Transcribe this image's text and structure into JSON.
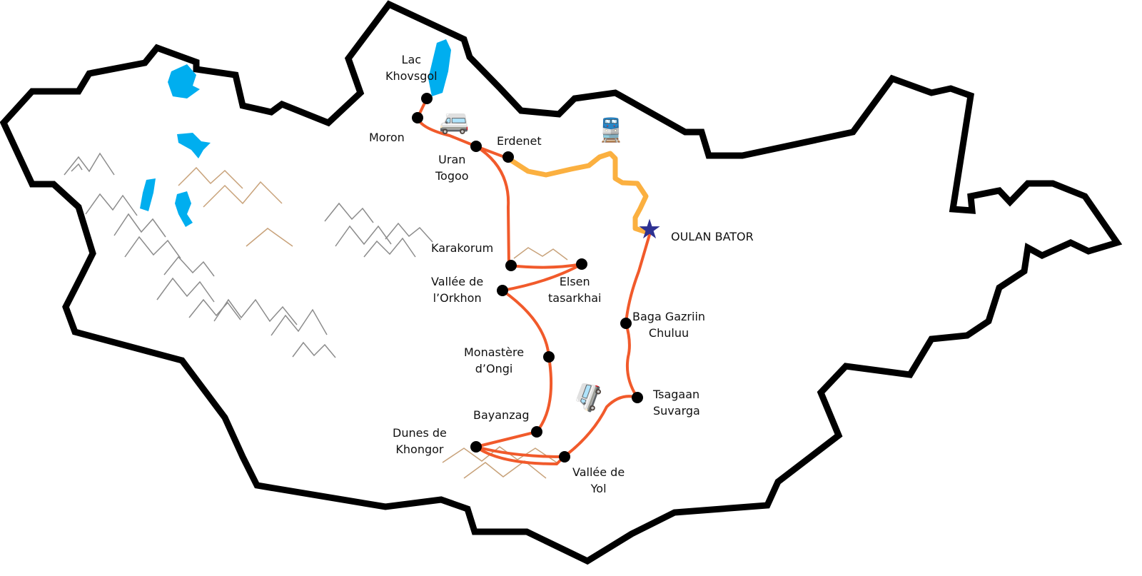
{
  "colors": {
    "border": "#000000",
    "route_road": "#f15a2b",
    "route_train": "#fbb040",
    "lake": "#00aeef",
    "capital": "#2e3192",
    "mountain_grey": "#8c8c8c",
    "dune": "#c8a27a"
  },
  "capital": {
    "name": "OULAN BATOR",
    "icon": "star-icon"
  },
  "places": [
    {
      "id": "lac-khovsgol",
      "line1": "Lac",
      "line2": "Khovsgol"
    },
    {
      "id": "moron",
      "line1": "Moron"
    },
    {
      "id": "uran-togoo",
      "line1": "Uran",
      "line2": "Togoo"
    },
    {
      "id": "erdenet",
      "line1": "Erdenet"
    },
    {
      "id": "karakorum",
      "line1": "Karakorum"
    },
    {
      "id": "elsen-tasarkhai",
      "line1": "Elsen",
      "line2": "tasarkhai"
    },
    {
      "id": "vallee-orkhon",
      "line1": "Vallée de",
      "line2": "l’Orkhon"
    },
    {
      "id": "monastere-ongi",
      "line1": "Monastère",
      "line2": "d’Ongi"
    },
    {
      "id": "bayanzag",
      "line1": "Bayanzag"
    },
    {
      "id": "dunes-khongor",
      "line1": "Dunes de",
      "line2": "Khongor"
    },
    {
      "id": "vallee-yol",
      "line1": "Vallée de",
      "line2": "Yol"
    },
    {
      "id": "tsagaan-suvarga",
      "line1": "Tsagaan",
      "line2": "Suvarga"
    },
    {
      "id": "baga-gazriin",
      "line1": "Baga Gazriin",
      "line2": "Chuluu"
    }
  ],
  "icons": {
    "train": "train-icon",
    "vehicle": "jeep-icon"
  }
}
